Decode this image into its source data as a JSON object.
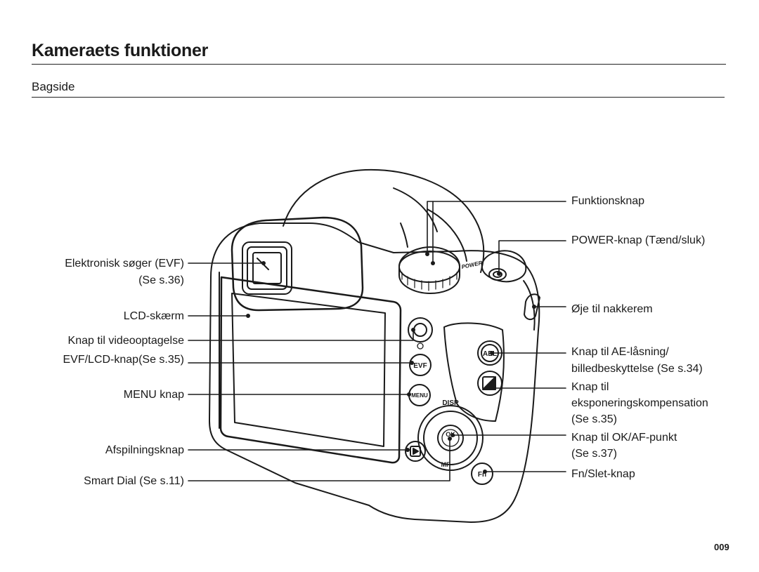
{
  "header": {
    "title": "Kameraets funktioner",
    "section": "Bagside"
  },
  "labels_left": {
    "evf_line1": "Elektronisk søger (EVF)",
    "evf_line2": "(Se s.36)",
    "lcd": "LCD-skærm",
    "video": "Knap til videooptagelse",
    "evf_lcd": "EVF/LCD-knap(Se s.35)",
    "menu": "MENU knap",
    "play": "Afspilningsknap",
    "smart_dial": "Smart Dial (Se s.11)"
  },
  "labels_right": {
    "function": "Funktionsknap",
    "power": "POWER-knap (Tænd/sluk)",
    "strap": "Øje til nakkerem",
    "ael_line1": "Knap til AE-låsning/",
    "ael_line2": "billedbeskyttelse (Se s.34)",
    "exp_line1": "Knap til",
    "exp_line2": "eksponeringskompensation",
    "exp_line3": "(Se s.35)",
    "ok_line1": "Knap til OK/AF-punkt",
    "ok_line2": "(Se s.37)",
    "fn": "Fn/Slet-knap"
  },
  "camera_marks": {
    "ael": "AEL",
    "evf": "EVF",
    "menu": "MENU",
    "disp": "DISP",
    "ok": "OK",
    "fn": "Fn",
    "mf": "MF",
    "power": "POWER"
  },
  "footer": {
    "page_number": "009"
  }
}
